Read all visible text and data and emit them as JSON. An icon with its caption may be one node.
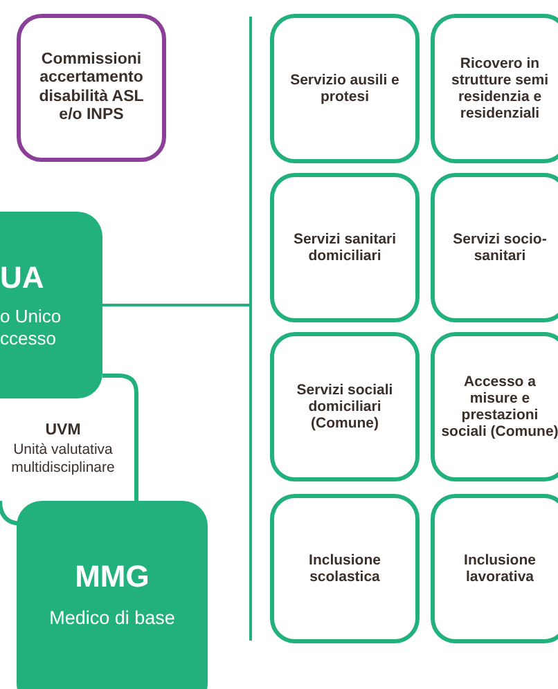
{
  "diagram": {
    "nodes": [
      {
        "text": [
          "Commissioni accertamento disabilità ASL e/o INPS"
        ]
      },
      {
        "text": [
          "UA",
          "o Unico ccesso"
        ]
      },
      {
        "text": [
          "UVM",
          "Unità valutativa multidisciplinare"
        ]
      },
      {
        "text": [
          "MMG",
          "Medico di base"
        ]
      },
      {
        "text": [
          "Servizio ausili e protesi"
        ]
      },
      {
        "text": [
          "Ricovero in strutture semi residenzia e residenziali"
        ]
      },
      {
        "text": [
          "Servizi sanitari domiciliari"
        ]
      },
      {
        "text": [
          "Servizi socio-sanitari"
        ]
      },
      {
        "text": [
          "Servizi sociali domiciliari (Comune)"
        ]
      },
      {
        "text": [
          "Accesso a misure e prestazioni sociali (Comune)"
        ]
      },
      {
        "text": [
          "Inclusione scolastica"
        ]
      },
      {
        "text": [
          "Inclusione lavorativa"
        ]
      },
      {
        "text": [],
        "shape": "bar"
      }
    ],
    "edges": [
      {
        "from": 1,
        "to": 12,
        "arrow": "none"
      }
    ]
  }
}
